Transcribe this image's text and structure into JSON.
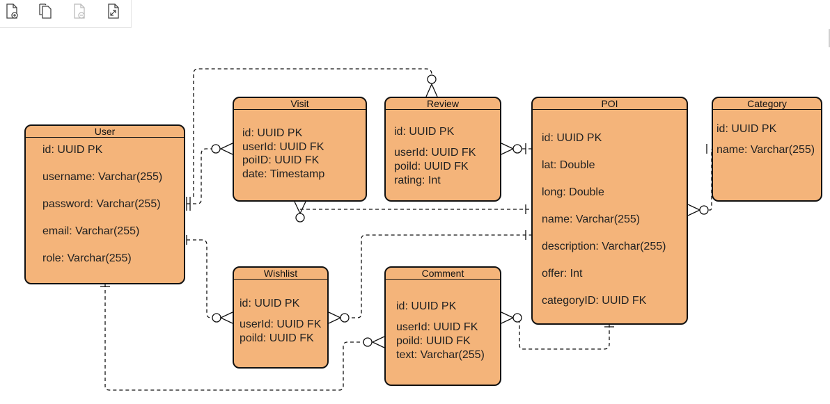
{
  "toolbar": {
    "icons": [
      "add-page-icon",
      "duplicate-page-icon",
      "remove-page-icon",
      "expand-page-icon"
    ]
  },
  "colors": {
    "entity_fill": "#f4b47a",
    "stroke": "#111111"
  },
  "entities": {
    "user": {
      "title": "User",
      "attrs": [
        "id: UUID PK",
        "username: Varchar(255)",
        "password: Varchar(255)",
        "email: Varchar(255)",
        "role: Varchar(255)"
      ]
    },
    "visit": {
      "title": "Visit",
      "attrs": [
        "id: UUID PK",
        "userId: UUID FK",
        "poiID: UUID FK",
        "date: Timestamp"
      ]
    },
    "review": {
      "title": "Review",
      "attrs": [
        "id: UUID PK",
        "userId: UUID FK",
        "poild: UUID FK",
        "rating: Int"
      ]
    },
    "poi": {
      "title": "POI",
      "attrs": [
        "id: UUID PK",
        "lat: Double",
        "long: Double",
        "name: Varchar(255)",
        "description: Varchar(255)",
        "offer: Int",
        "categoryID: UUID FK"
      ]
    },
    "category": {
      "title": "Category",
      "attrs": [
        "id: UUID PK",
        "name: Varchar(255)"
      ]
    },
    "wishlist": {
      "title": "Wishlist",
      "attrs": [
        "id: UUID PK",
        "userId: UUID FK",
        "poild: UUID FK"
      ]
    },
    "comment": {
      "title": "Comment",
      "attrs": [
        "id: UUID PK",
        "userId: UUID FK",
        "poild: UUID FK",
        "text: Varchar(255)"
      ]
    }
  }
}
